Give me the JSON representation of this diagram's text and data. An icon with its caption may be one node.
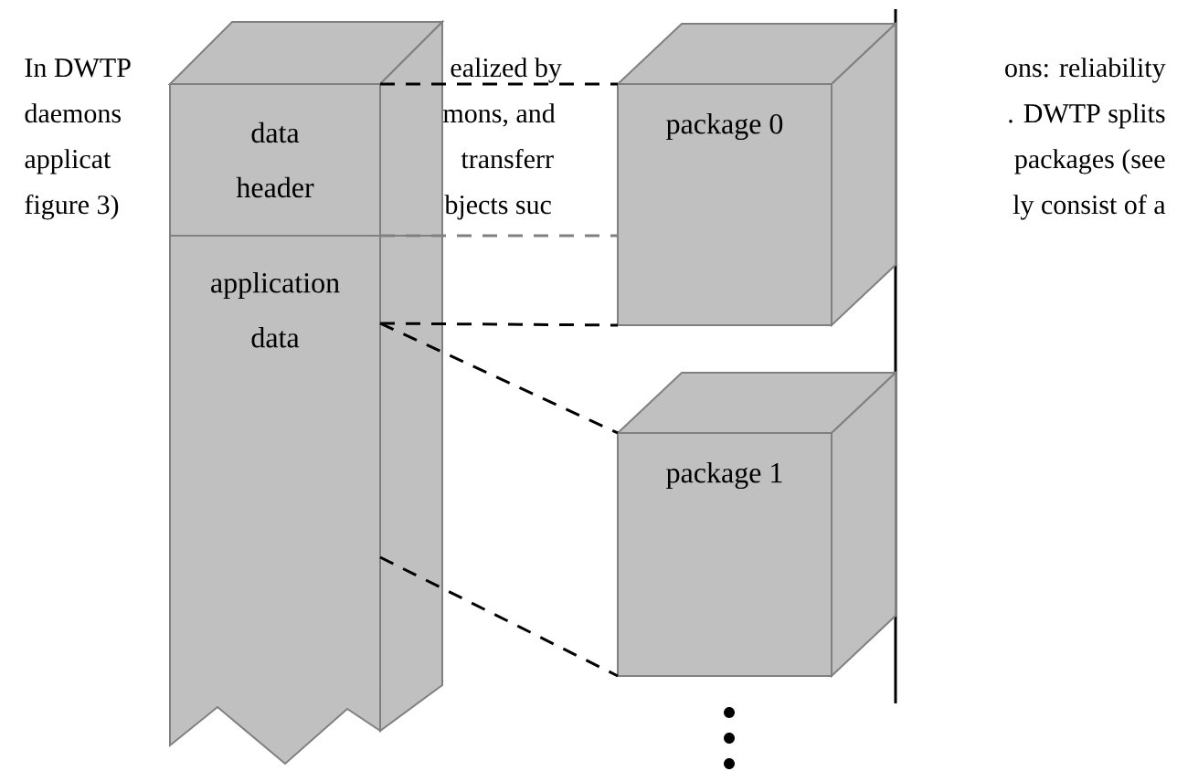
{
  "diagram": {
    "nodes": [
      {
        "text": [
          "data header"
        ]
      },
      {
        "text": [
          "application data"
        ]
      },
      {
        "text": [
          "package 0"
        ]
      },
      {
        "text": [
          "package 1"
        ]
      }
    ],
    "edges": [
      {
        "from": 0,
        "to": 2,
        "arrow": "none",
        "style": "dashed"
      },
      {
        "from": 1,
        "to": 2,
        "arrow": "none",
        "style": "dashed",
        "color": "#808080"
      },
      {
        "from": 1,
        "to": 2,
        "arrow": "none",
        "style": "dashed"
      },
      {
        "from": 1,
        "to": 3,
        "arrow": "none",
        "style": "dashed"
      },
      {
        "from": 1,
        "to": 3,
        "arrow": "none",
        "style": "dashed"
      }
    ],
    "labels": [
      "In DWTP",
      "ealized by",
      "ons: reliability",
      "daemons",
      "mons, and",
      ". DWTP splits",
      "applicat",
      "transferr",
      "packages (see",
      "figure 3)",
      "bjects suc",
      "ly consist of a"
    ]
  }
}
